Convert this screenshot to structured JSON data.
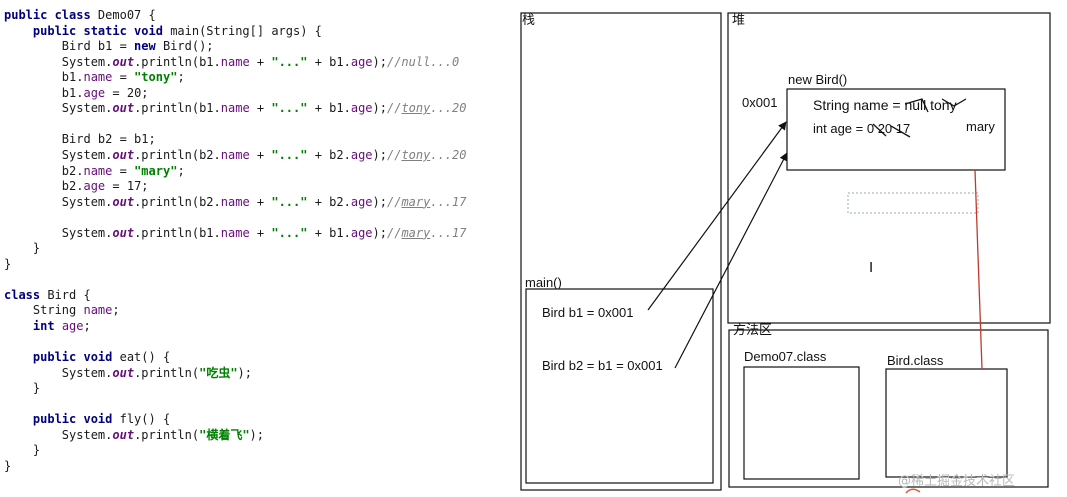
{
  "code": {
    "lines": [
      [
        {
          "t": "public class ",
          "c": "kw"
        },
        {
          "t": "Demo07 {",
          "c": ""
        }
      ],
      [
        {
          "t": "    ",
          "c": ""
        },
        {
          "t": "public static void ",
          "c": "kw"
        },
        {
          "t": "main(String[] args) {",
          "c": ""
        }
      ],
      [
        {
          "t": "        Bird b1 = ",
          "c": ""
        },
        {
          "t": "new ",
          "c": "kw"
        },
        {
          "t": "Bird();",
          "c": ""
        }
      ],
      [
        {
          "t": "        System.",
          "c": ""
        },
        {
          "t": "out",
          "c": "out"
        },
        {
          "t": ".println(b1.",
          "c": ""
        },
        {
          "t": "name",
          "c": "fld"
        },
        {
          "t": " + ",
          "c": ""
        },
        {
          "t": "\"...\"",
          "c": "st"
        },
        {
          "t": " + b1.",
          "c": ""
        },
        {
          "t": "age",
          "c": "fld"
        },
        {
          "t": ");",
          "c": ""
        },
        {
          "t": "//null...0",
          "c": "cm"
        }
      ],
      [
        {
          "t": "        b1.",
          "c": ""
        },
        {
          "t": "name",
          "c": "fld"
        },
        {
          "t": " = ",
          "c": ""
        },
        {
          "t": "\"tony\"",
          "c": "st"
        },
        {
          "t": ";",
          "c": ""
        }
      ],
      [
        {
          "t": "        b1.",
          "c": ""
        },
        {
          "t": "age",
          "c": "fld"
        },
        {
          "t": " = 20;",
          "c": ""
        }
      ],
      [
        {
          "t": "        System.",
          "c": ""
        },
        {
          "t": "out",
          "c": "out"
        },
        {
          "t": ".println(b1.",
          "c": ""
        },
        {
          "t": "name",
          "c": "fld"
        },
        {
          "t": " + ",
          "c": ""
        },
        {
          "t": "\"...\"",
          "c": "st"
        },
        {
          "t": " + b1.",
          "c": ""
        },
        {
          "t": "age",
          "c": "fld"
        },
        {
          "t": ");",
          "c": ""
        },
        {
          "t": "//",
          "c": "cm"
        },
        {
          "t": "tony",
          "c": "cm u"
        },
        {
          "t": "...20",
          "c": "cm"
        }
      ],
      [],
      [
        {
          "t": "        Bird b2 = b1;",
          "c": ""
        }
      ],
      [
        {
          "t": "        System.",
          "c": ""
        },
        {
          "t": "out",
          "c": "out"
        },
        {
          "t": ".println(b2.",
          "c": ""
        },
        {
          "t": "name",
          "c": "fld"
        },
        {
          "t": " + ",
          "c": ""
        },
        {
          "t": "\"...\"",
          "c": "st"
        },
        {
          "t": " + b2.",
          "c": ""
        },
        {
          "t": "age",
          "c": "fld"
        },
        {
          "t": ");",
          "c": ""
        },
        {
          "t": "//",
          "c": "cm"
        },
        {
          "t": "tony",
          "c": "cm u"
        },
        {
          "t": "...20",
          "c": "cm"
        }
      ],
      [
        {
          "t": "        b2.",
          "c": ""
        },
        {
          "t": "name",
          "c": "fld"
        },
        {
          "t": " = ",
          "c": ""
        },
        {
          "t": "\"mary\"",
          "c": "st"
        },
        {
          "t": ";",
          "c": ""
        }
      ],
      [
        {
          "t": "        b2.",
          "c": ""
        },
        {
          "t": "age",
          "c": "fld"
        },
        {
          "t": " = 17;",
          "c": ""
        }
      ],
      [
        {
          "t": "        System.",
          "c": ""
        },
        {
          "t": "out",
          "c": "out"
        },
        {
          "t": ".println(b2.",
          "c": ""
        },
        {
          "t": "name",
          "c": "fld"
        },
        {
          "t": " + ",
          "c": ""
        },
        {
          "t": "\"...\"",
          "c": "st"
        },
        {
          "t": " + b2.",
          "c": ""
        },
        {
          "t": "age",
          "c": "fld"
        },
        {
          "t": ");",
          "c": ""
        },
        {
          "t": "//",
          "c": "cm"
        },
        {
          "t": "mary",
          "c": "cm u"
        },
        {
          "t": "...17",
          "c": "cm"
        }
      ],
      [],
      [
        {
          "t": "        System.",
          "c": ""
        },
        {
          "t": "out",
          "c": "out"
        },
        {
          "t": ".println(b1.",
          "c": ""
        },
        {
          "t": "name",
          "c": "fld"
        },
        {
          "t": " + ",
          "c": ""
        },
        {
          "t": "\"...\"",
          "c": "st"
        },
        {
          "t": " + b1.",
          "c": ""
        },
        {
          "t": "age",
          "c": "fld"
        },
        {
          "t": ");",
          "c": ""
        },
        {
          "t": "//",
          "c": "cm"
        },
        {
          "t": "mary",
          "c": "cm u"
        },
        {
          "t": "...17",
          "c": "cm"
        }
      ],
      [
        {
          "t": "    }",
          "c": ""
        }
      ],
      [
        {
          "t": "}",
          "c": ""
        }
      ],
      [],
      [
        {
          "t": "class ",
          "c": "kw"
        },
        {
          "t": "Bird {",
          "c": ""
        }
      ],
      [
        {
          "t": "    String ",
          "c": ""
        },
        {
          "t": "name",
          "c": "fld"
        },
        {
          "t": ";",
          "c": ""
        }
      ],
      [
        {
          "t": "    ",
          "c": ""
        },
        {
          "t": "int ",
          "c": "kw"
        },
        {
          "t": "age",
          "c": "fld"
        },
        {
          "t": ";",
          "c": ""
        }
      ],
      [],
      [
        {
          "t": "    ",
          "c": ""
        },
        {
          "t": "public void ",
          "c": "kw"
        },
        {
          "t": "eat() {",
          "c": ""
        }
      ],
      [
        {
          "t": "        System.",
          "c": ""
        },
        {
          "t": "out",
          "c": "out"
        },
        {
          "t": ".println(",
          "c": ""
        },
        {
          "t": "\"吃虫\"",
          "c": "st"
        },
        {
          "t": ");",
          "c": ""
        }
      ],
      [
        {
          "t": "    }",
          "c": ""
        }
      ],
      [],
      [
        {
          "t": "    ",
          "c": ""
        },
        {
          "t": "public void ",
          "c": "kw"
        },
        {
          "t": "fly() {",
          "c": ""
        }
      ],
      [
        {
          "t": "        System.",
          "c": ""
        },
        {
          "t": "out",
          "c": "out"
        },
        {
          "t": ".println(",
          "c": ""
        },
        {
          "t": "\"横着飞\"",
          "c": "st"
        },
        {
          "t": ");",
          "c": ""
        }
      ],
      [
        {
          "t": "    }",
          "c": ""
        }
      ],
      [
        {
          "t": "}",
          "c": ""
        }
      ]
    ]
  },
  "diagram": {
    "stack_title": "栈",
    "heap_title": "堆",
    "method_area_title": "方法区",
    "main_frame_label": "main()",
    "b1_text": "Bird b1 =  0x001",
    "b2_text": "Bird b2 = b1 = 0x001",
    "object_label": "new Bird()",
    "address": "0x001",
    "name_field": "String name = null  tony",
    "name_new_value": "mary",
    "age_field": "int age = 0  20  17",
    "class_demo": "Demo07.class",
    "class_bird": "Bird.class",
    "cursor_glyph": "I",
    "accent_color": "#c0392b"
  },
  "watermark": "@稀土掘金技术社区"
}
